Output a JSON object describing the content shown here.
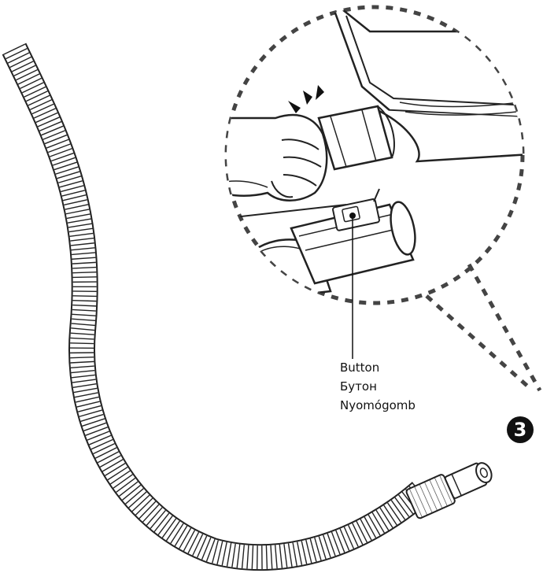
{
  "callout": {
    "labels": [
      "Button",
      "Бутон",
      "Nyomógomb"
    ]
  },
  "step": {
    "number": "3"
  },
  "colors": {
    "line": "#111111",
    "background": "#ffffff"
  }
}
